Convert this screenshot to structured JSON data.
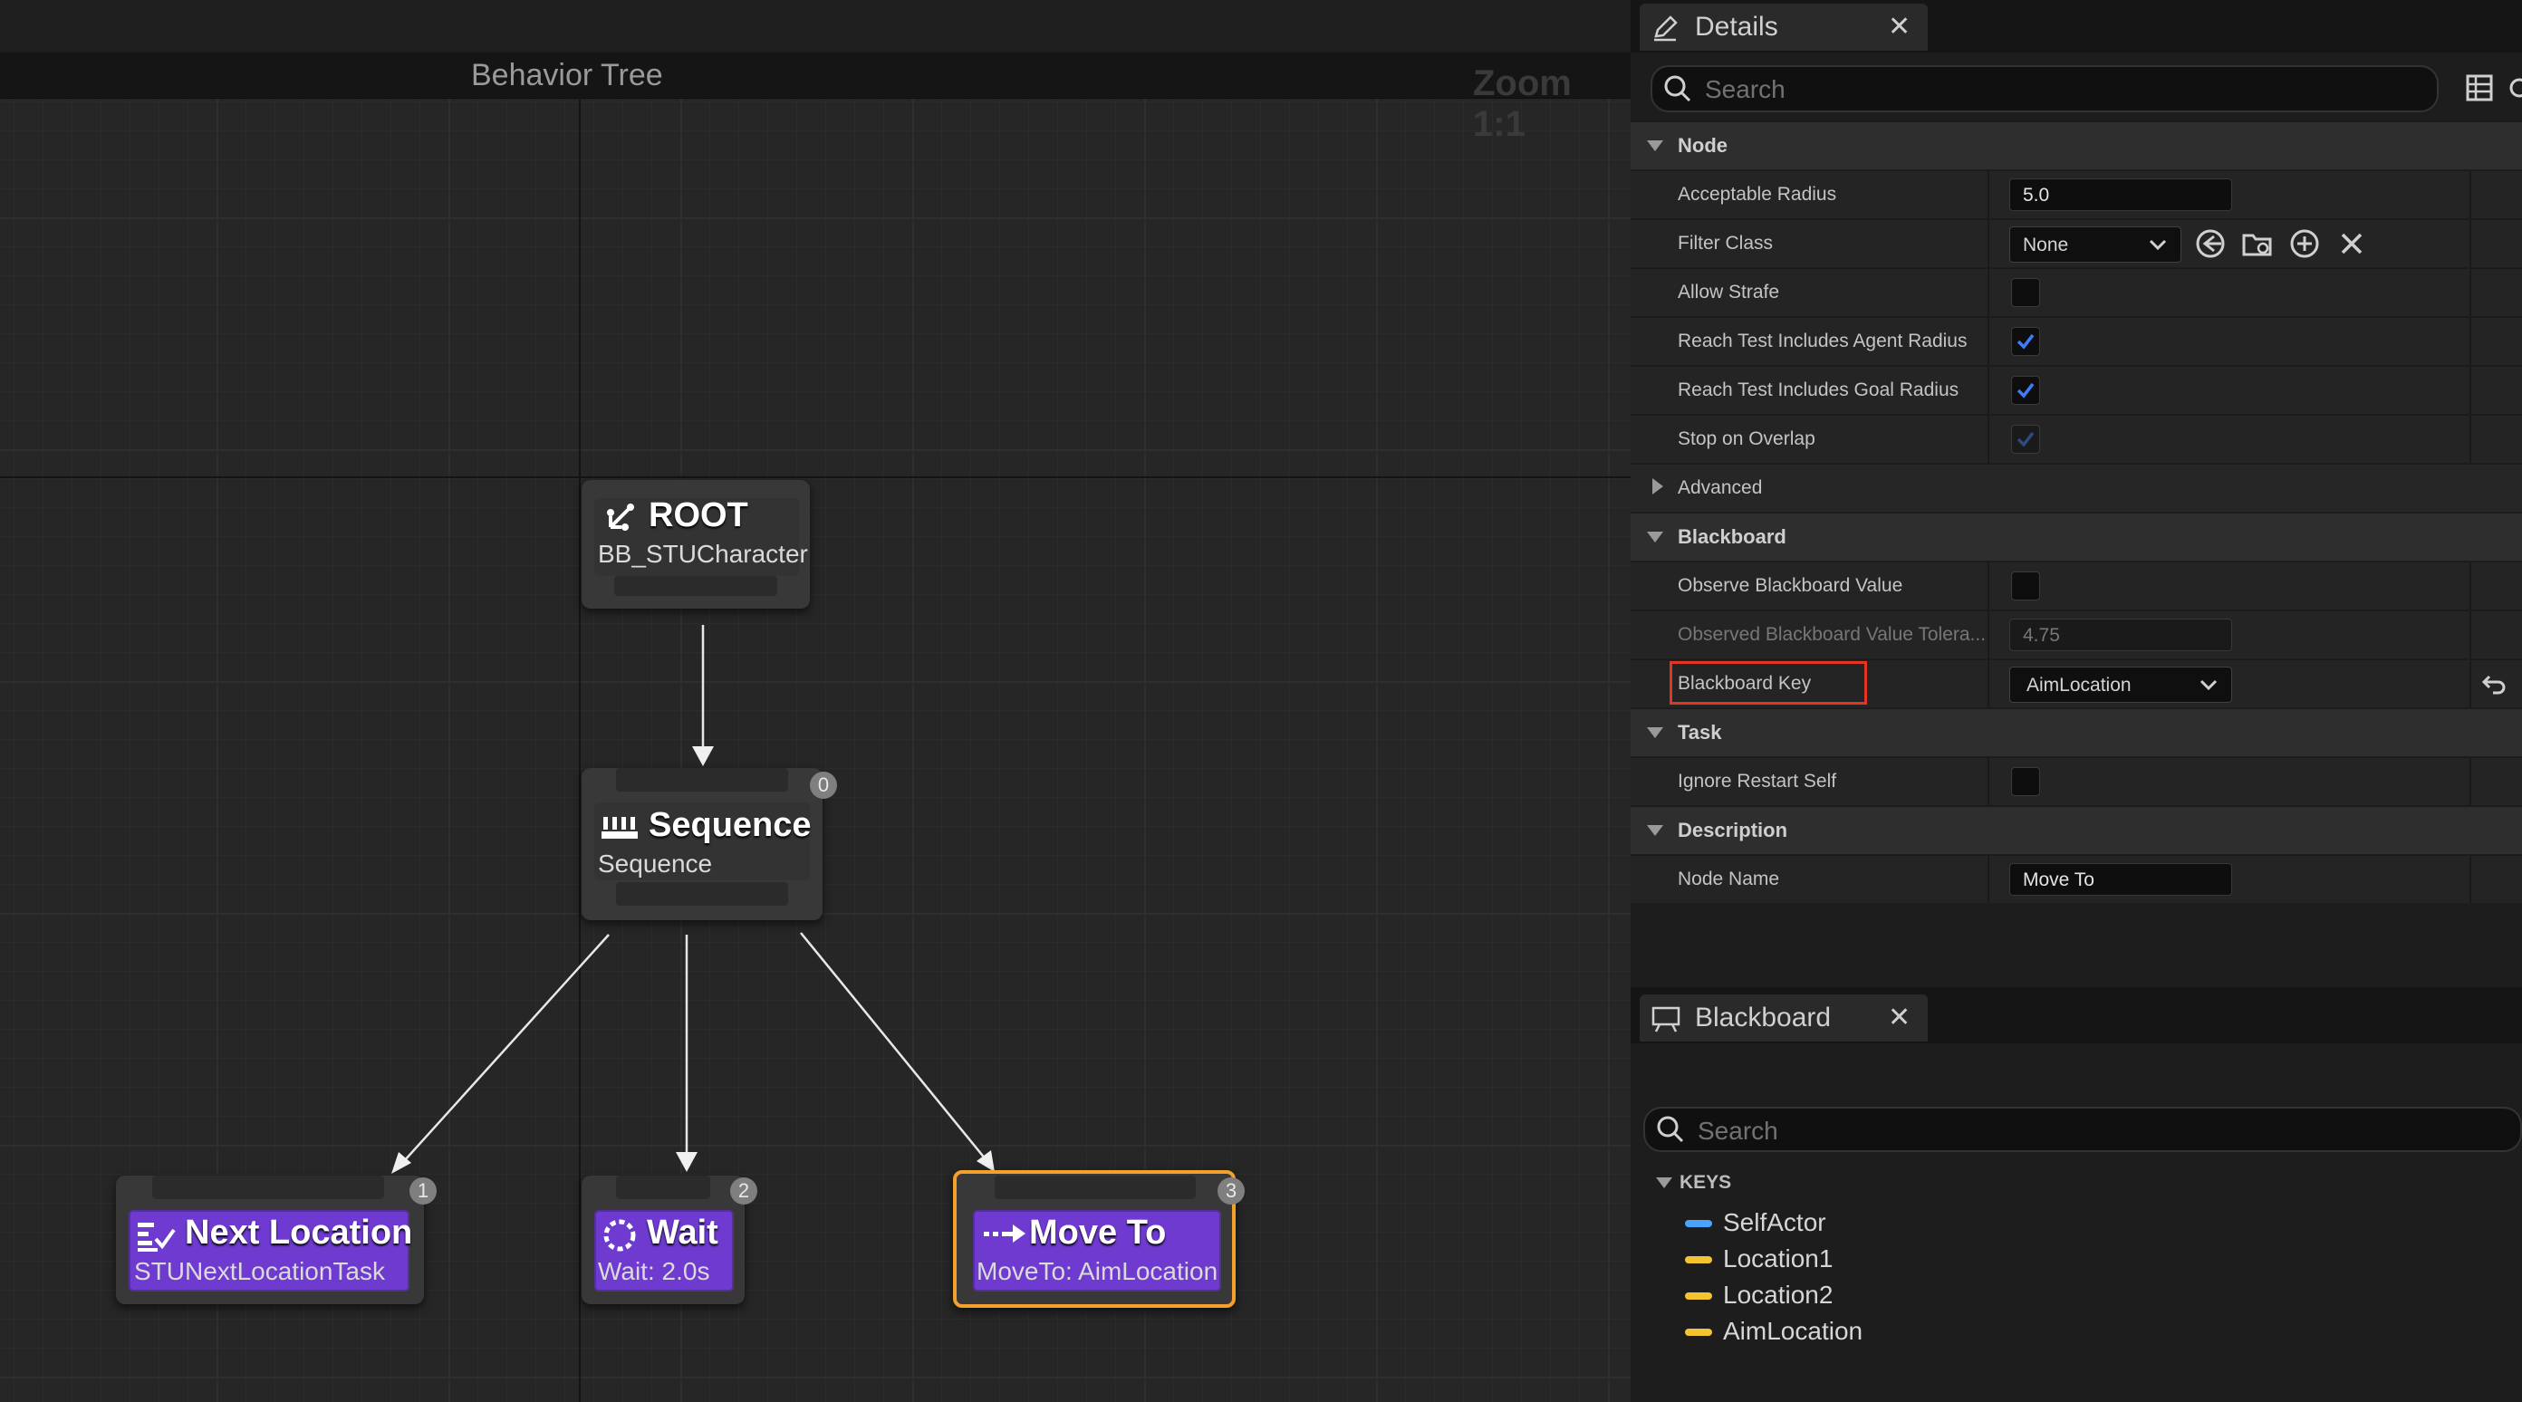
{
  "graph": {
    "title": "Behavior Tree",
    "zoom": "Zoom 1:1",
    "nodes": {
      "root": {
        "title": "ROOT",
        "subtitle": "BB_STUCharacter"
      },
      "sequence": {
        "title": "Sequence",
        "subtitle": "Sequence",
        "index": "0"
      },
      "next_location": {
        "title": "Next Location",
        "subtitle": "STUNextLocationTask",
        "index": "1"
      },
      "wait": {
        "title": "Wait",
        "subtitle": "Wait: 2.0s",
        "index": "2"
      },
      "move_to": {
        "title": "Move To",
        "subtitle": "MoveTo: AimLocation",
        "index": "3"
      }
    }
  },
  "details": {
    "tab_label": "Details",
    "search_placeholder": "Search",
    "sections": {
      "node": "Node",
      "advanced": "Advanced",
      "blackboard": "Blackboard",
      "task": "Task",
      "description": "Description"
    },
    "rows": {
      "acceptable_radius": {
        "label": "Acceptable Radius",
        "value": "5.0"
      },
      "filter_class": {
        "label": "Filter Class",
        "value": "None"
      },
      "allow_strafe": {
        "label": "Allow Strafe",
        "checked": false
      },
      "reach_agent": {
        "label": "Reach Test Includes Agent Radius",
        "checked": true
      },
      "reach_goal": {
        "label": "Reach Test Includes Goal Radius",
        "checked": true
      },
      "stop_overlap": {
        "label": "Stop on Overlap",
        "checked": true
      },
      "observe_bb": {
        "label": "Observe Blackboard Value",
        "checked": false
      },
      "observed_tol": {
        "label": "Observed Blackboard Value Tolera...",
        "value": "4.75"
      },
      "bb_key": {
        "label": "Blackboard Key",
        "value": "AimLocation"
      },
      "ignore_restart": {
        "label": "Ignore Restart Self",
        "checked": false
      },
      "node_name": {
        "label": "Node Name",
        "value": "Move To"
      }
    }
  },
  "blackboard": {
    "tab_label": "Blackboard",
    "search_placeholder": "Search",
    "keys_header": "KEYS",
    "keys": [
      {
        "label": "SelfActor",
        "color": "#4aa3ff"
      },
      {
        "label": "Location1",
        "color": "#f4c430"
      },
      {
        "label": "Location2",
        "color": "#f4c430"
      },
      {
        "label": "AimLocation",
        "color": "#f4c430"
      }
    ]
  },
  "colors": {
    "task_purple": "#6e3ad0",
    "selection_orange": "#f3a02c",
    "highlight_red": "#e53424",
    "checkbox_blue": "#3d7bff"
  }
}
